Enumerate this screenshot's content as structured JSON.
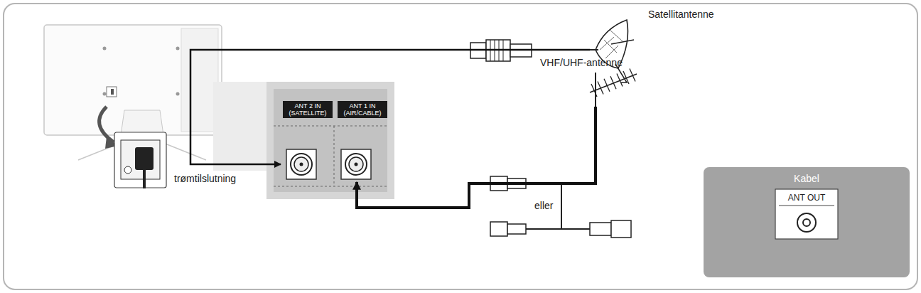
{
  "diagram": {
    "nodes": [
      {
        "text": [
          "ANT 2 IN (SATELLITE)"
        ]
      },
      {
        "text": [
          "ANT 1 IN (AIR/CABLE)"
        ]
      },
      {
        "text": [
          "Satellitantenne"
        ]
      },
      {
        "text": [
          "VHF/UHF-antenne"
        ]
      },
      {
        "text": [
          "Kabel"
        ]
      },
      {
        "text": [
          "ANT OUT"
        ],
        "in": 4
      },
      {
        "text": [
          "trømtilslutning"
        ]
      }
    ],
    "edges": [
      {
        "from": 2,
        "to": 0,
        "arrow": "to"
      },
      {
        "from": 3,
        "to": 1,
        "arrow": "to"
      }
    ],
    "labels": [
      "eller"
    ]
  }
}
